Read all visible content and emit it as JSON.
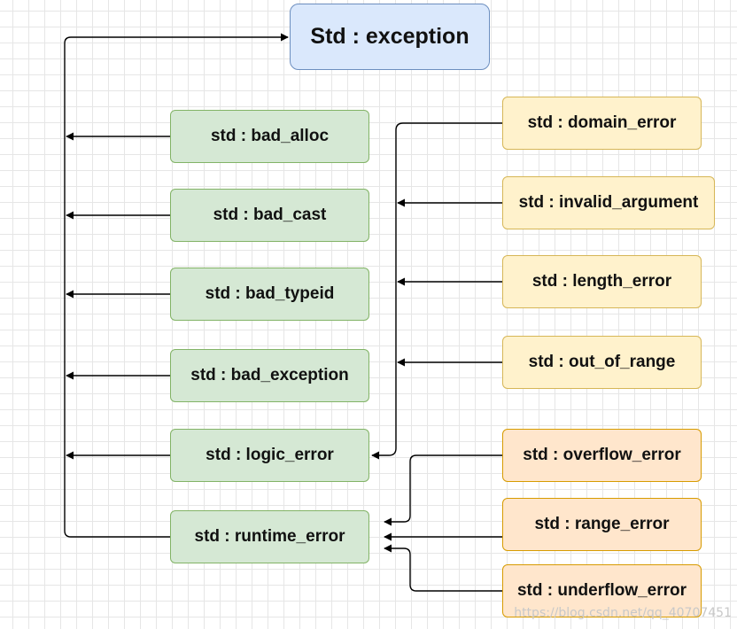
{
  "diagram": {
    "root": {
      "label": "Std : exception"
    },
    "direct_children": [
      {
        "label": "std : bad_alloc"
      },
      {
        "label": "std : bad_cast"
      },
      {
        "label": "std : bad_typeid"
      },
      {
        "label": "std : bad_exception"
      },
      {
        "label": "std : logic_error"
      },
      {
        "label": "std : runtime_error"
      }
    ],
    "logic_error_children": [
      {
        "label": "std : domain_error"
      },
      {
        "label": "std : invalid_argument"
      },
      {
        "label": "std : length_error"
      },
      {
        "label": "std : out_of_range"
      }
    ],
    "runtime_error_children": [
      {
        "label": "std : overflow_error"
      },
      {
        "label": "std : range_error"
      },
      {
        "label": "std : underflow_error"
      }
    ]
  },
  "watermark": "https://blog.csdn.net/qq_40707451",
  "colors": {
    "root_fill": "#dae8fc",
    "root_stroke": "#6c8ebf",
    "green_fill": "#d5e8d4",
    "green_stroke": "#82b366",
    "yellow_fill": "#fff2cc",
    "yellow_stroke": "#d6b656",
    "orange_fill": "#ffe6cc",
    "orange_stroke": "#d79b00",
    "edge": "#000000"
  }
}
